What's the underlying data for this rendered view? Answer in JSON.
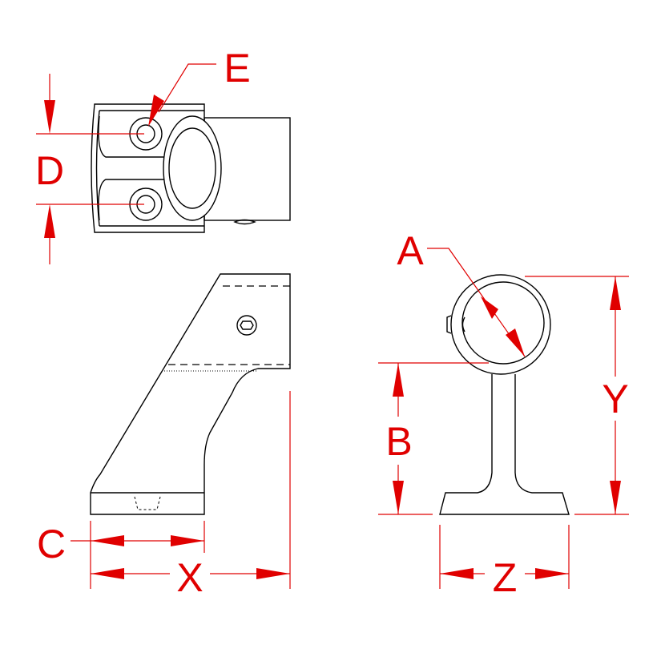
{
  "colors": {
    "dimension": "#e00000",
    "outline": "#000000"
  },
  "labels": {
    "A": "A",
    "B": "B",
    "C": "C",
    "D": "D",
    "E": "E",
    "X": "X",
    "Y": "Y",
    "Z": "Z"
  }
}
